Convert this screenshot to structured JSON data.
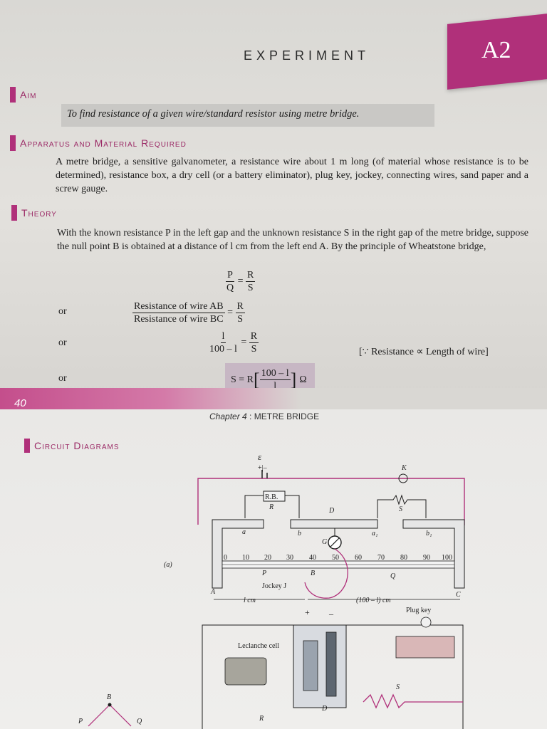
{
  "header": {
    "experiment_label": "EXPERIMENT",
    "experiment_code": "A2"
  },
  "aim": {
    "heading": "Aim",
    "text": "To find resistance of a given wire/standard resistor using metre bridge."
  },
  "apparatus": {
    "heading": "Apparatus and Material Required",
    "text": "A metre bridge, a sensitive galvanometer, a resistance wire about 1 m long (of material whose resistance is to be determined), resistance box, a dry cell (or a battery eliminator), plug key, jockey, connecting wires, sand paper and a screw gauge."
  },
  "theory": {
    "heading": "Theory",
    "intro": "With the known resistance P in the left gap and the unknown resistance S in the right gap of the metre bridge, suppose the null point B is obtained at a distance of l cm from the left end A. By the principle of Wheatstone bridge,",
    "eq1_lhs_num": "P",
    "eq1_lhs_den": "Q",
    "eq1_rhs_num": "R",
    "eq1_rhs_den": "S",
    "eq2_prefix": "or",
    "eq2_lhs_num": "Resistance of wire AB",
    "eq2_lhs_den": "Resistance of wire BC",
    "eq2_rhs_num": "R",
    "eq2_rhs_den": "S",
    "eq3_prefix": "or",
    "eq3_lhs_num": "l",
    "eq3_lhs_den": "100 – l",
    "eq3_rhs_num": "R",
    "eq3_rhs_den": "S",
    "eq3_note": "[∵ Resistance ∝ Length of wire]",
    "eq4_prefix": "or",
    "eq4_lhs": "S = R",
    "eq4_num": "100 – l",
    "eq4_den": "l",
    "eq4_unit": "Ω",
    "equals": "="
  },
  "footer": {
    "page_number": "40",
    "chapter_prefix": "Chapter 4",
    "chapter_sep": ":",
    "chapter_title": "METRE BRIDGE"
  },
  "circuit": {
    "heading": "Circuit Diagrams",
    "emf": "ε",
    "battery_sign": "+|–",
    "key_k": "K",
    "rb": "R.B.",
    "r": "R",
    "d": "D",
    "s": "S",
    "a": "a",
    "b": "b",
    "a1": "a₁",
    "b1": "b₁",
    "g": "G",
    "p": "P",
    "bb": "B",
    "q": "Q",
    "jockey": "Jockey J",
    "fig_a": "(a)",
    "end_a": "A",
    "end_c": "C",
    "left_len": "l cm",
    "right_len": "(100 – l) cm",
    "plug_key": "Plug key",
    "leclanche": "Leclanche cell",
    "plus": "+",
    "minus": "–",
    "scale": [
      "0",
      "10",
      "20",
      "30",
      "40",
      "50",
      "60",
      "70",
      "80",
      "90",
      "100"
    ],
    "bridge_b": "B",
    "bridge_p": "P",
    "bridge_q": "Q"
  },
  "colors": {
    "accent": "#b0307a",
    "heading": "#9b2a66",
    "aim_box": "#c9c8c5",
    "formula_box": "#c7b7c4"
  }
}
